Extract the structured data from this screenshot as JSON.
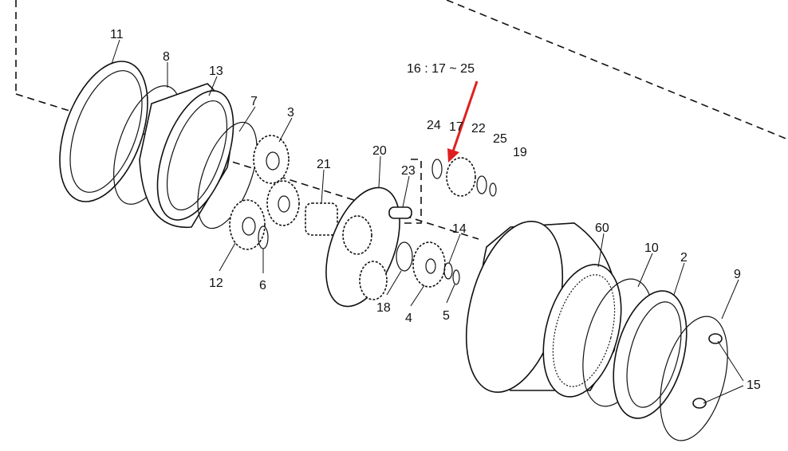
{
  "diagram": {
    "title_formula": "16 : 17 ~ 25",
    "arrow_color": "#e02020",
    "callouts": [
      {
        "id": "11",
        "label": "11"
      },
      {
        "id": "8",
        "label": "8"
      },
      {
        "id": "13",
        "label": "13"
      },
      {
        "id": "7",
        "label": "7"
      },
      {
        "id": "3",
        "label": "3"
      },
      {
        "id": "21",
        "label": "21"
      },
      {
        "id": "20",
        "label": "20"
      },
      {
        "id": "23",
        "label": "23"
      },
      {
        "id": "24",
        "label": "24"
      },
      {
        "id": "17",
        "label": "17"
      },
      {
        "id": "22",
        "label": "22"
      },
      {
        "id": "25",
        "label": "25"
      },
      {
        "id": "19",
        "label": "19"
      },
      {
        "id": "14",
        "label": "14"
      },
      {
        "id": "60",
        "label": "60"
      },
      {
        "id": "10",
        "label": "10"
      },
      {
        "id": "2",
        "label": "2"
      },
      {
        "id": "9",
        "label": "9"
      },
      {
        "id": "12",
        "label": "12"
      },
      {
        "id": "6",
        "label": "6"
      },
      {
        "id": "18",
        "label": "18"
      },
      {
        "id": "4",
        "label": "4"
      },
      {
        "id": "5",
        "label": "5"
      },
      {
        "id": "15",
        "label": "15"
      }
    ]
  }
}
